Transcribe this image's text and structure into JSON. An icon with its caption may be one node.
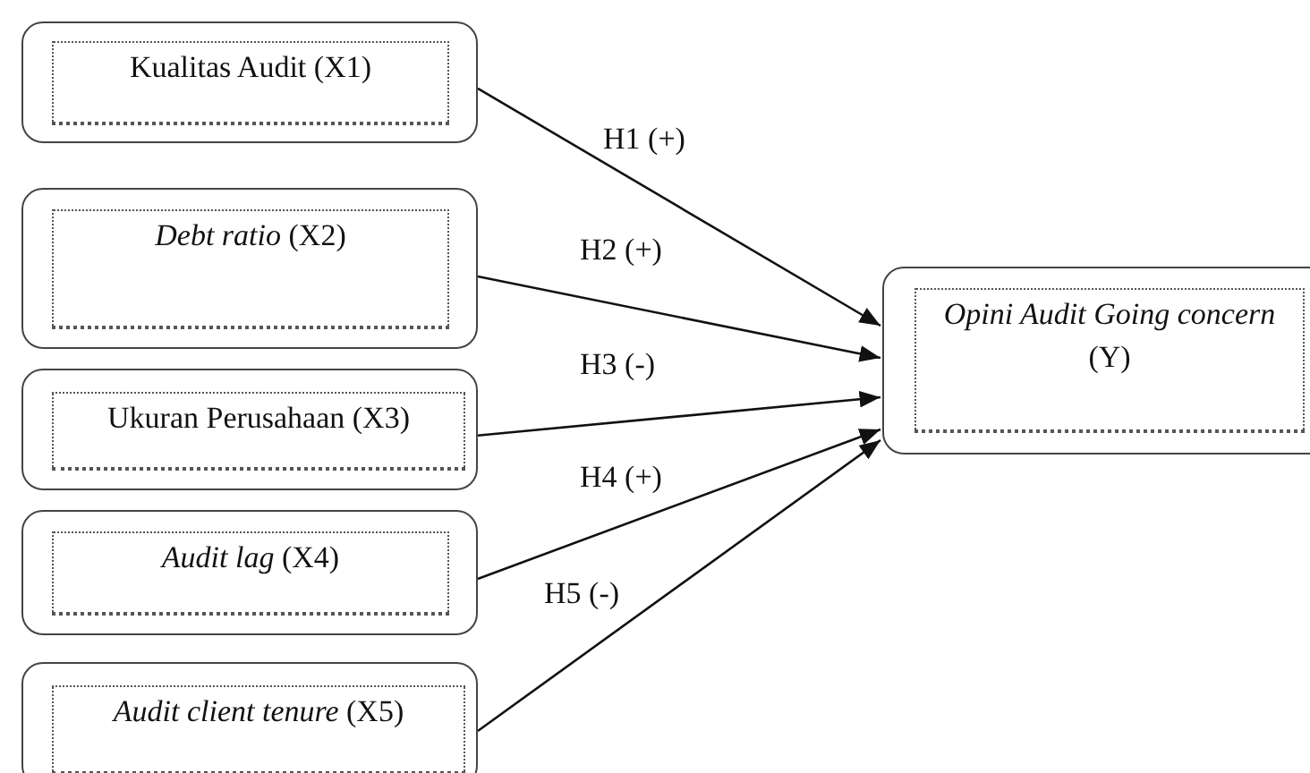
{
  "diagram": {
    "nodes": [
      {
        "text": [
          "Kualitas Audit (X1)"
        ]
      },
      {
        "text": [
          "*Debt ratio* (X2)"
        ]
      },
      {
        "text": [
          "Ukuran Perusahaan (X3)"
        ]
      },
      {
        "text": [
          "*Audit lag* (X4)"
        ]
      },
      {
        "text": [
          "*Audit client tenure* (X5)"
        ]
      },
      {
        "text": [
          "*Opini Audit Going concern* (Y)"
        ]
      }
    ],
    "edges": [
      {
        "from": 0,
        "to": 5,
        "arrow": "to",
        "label": "H1 (+)"
      },
      {
        "from": 1,
        "to": 5,
        "arrow": "to",
        "label": "H2 (+)"
      },
      {
        "from": 2,
        "to": 5,
        "arrow": "to",
        "label": "H3 (-)"
      },
      {
        "from": 3,
        "to": 5,
        "arrow": "to",
        "label": "H4 (+)"
      },
      {
        "from": 4,
        "to": 5,
        "arrow": "to",
        "label": "H5 (-)"
      }
    ]
  }
}
